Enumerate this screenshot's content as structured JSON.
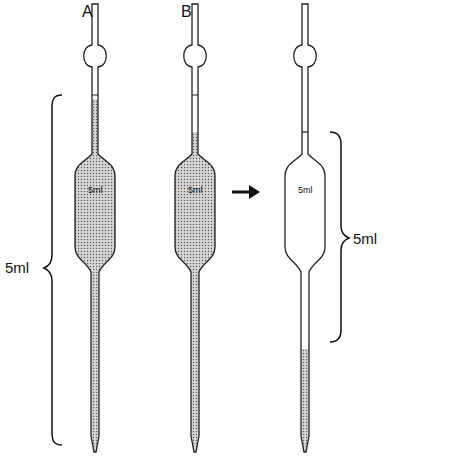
{
  "diagram": {
    "labels": [
      "A",
      "B",
      "5ml",
      "5ml",
      "5ml",
      "5ml",
      "5ml"
    ]
  }
}
